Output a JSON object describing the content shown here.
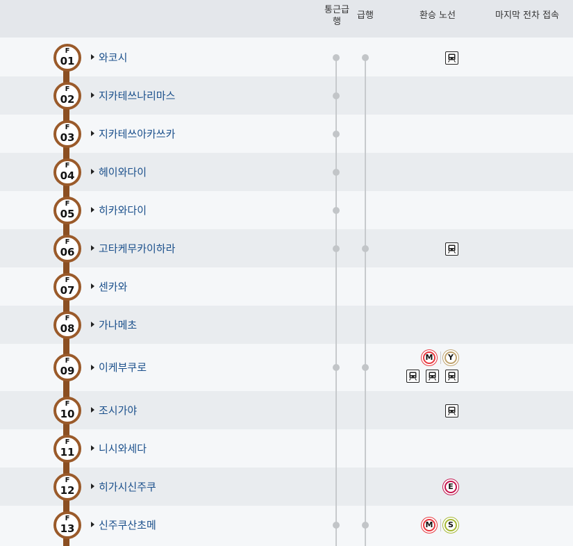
{
  "header": {
    "rapid_express": "통근급행",
    "express": "급행",
    "transfer_lines": "환승 노선",
    "last_train": "마지막 전차 접속"
  },
  "line_color": "#8b4f22",
  "stations": [
    {
      "prefix": "F",
      "number": "01",
      "name": "와코시",
      "rapid": true,
      "express": true,
      "transfers": [
        "rail"
      ]
    },
    {
      "prefix": "F",
      "number": "02",
      "name": "지카테쓰나리마스",
      "rapid": true,
      "express": false,
      "transfers": []
    },
    {
      "prefix": "F",
      "number": "03",
      "name": "지카테쓰아카쓰카",
      "rapid": true,
      "express": false,
      "transfers": []
    },
    {
      "prefix": "F",
      "number": "04",
      "name": "헤이와다이",
      "rapid": true,
      "express": false,
      "transfers": []
    },
    {
      "prefix": "F",
      "number": "05",
      "name": "히카와다이",
      "rapid": true,
      "express": false,
      "transfers": []
    },
    {
      "prefix": "F",
      "number": "06",
      "name": "고타케무카이하라",
      "rapid": true,
      "express": true,
      "transfers": [
        "rail"
      ]
    },
    {
      "prefix": "F",
      "number": "07",
      "name": "센카와",
      "rapid": false,
      "express": false,
      "transfers": []
    },
    {
      "prefix": "F",
      "number": "08",
      "name": "가나메초",
      "rapid": false,
      "express": false,
      "transfers": []
    },
    {
      "prefix": "F",
      "number": "09",
      "name": "이케부쿠로",
      "rapid": true,
      "express": true,
      "transfers": [
        "M",
        "Y",
        "rail",
        "rail",
        "rail"
      ]
    },
    {
      "prefix": "F",
      "number": "10",
      "name": "조시가야",
      "rapid": false,
      "express": false,
      "transfers": [
        "rail"
      ]
    },
    {
      "prefix": "F",
      "number": "11",
      "name": "니시와세다",
      "rapid": false,
      "express": false,
      "transfers": []
    },
    {
      "prefix": "F",
      "number": "12",
      "name": "히가시신주쿠",
      "rapid": false,
      "express": false,
      "transfers": [
        "E"
      ]
    },
    {
      "prefix": "F",
      "number": "13",
      "name": "신주쿠산초메",
      "rapid": true,
      "express": true,
      "transfers": [
        "M",
        "S"
      ]
    }
  ],
  "transfer_line_colors": {
    "M": "#e8373f",
    "Y": "#bfa36e",
    "E": "#c4144d",
    "S": "#a5b832"
  },
  "icons": {
    "rail": "train-icon",
    "caret": "caret-right-icon"
  }
}
